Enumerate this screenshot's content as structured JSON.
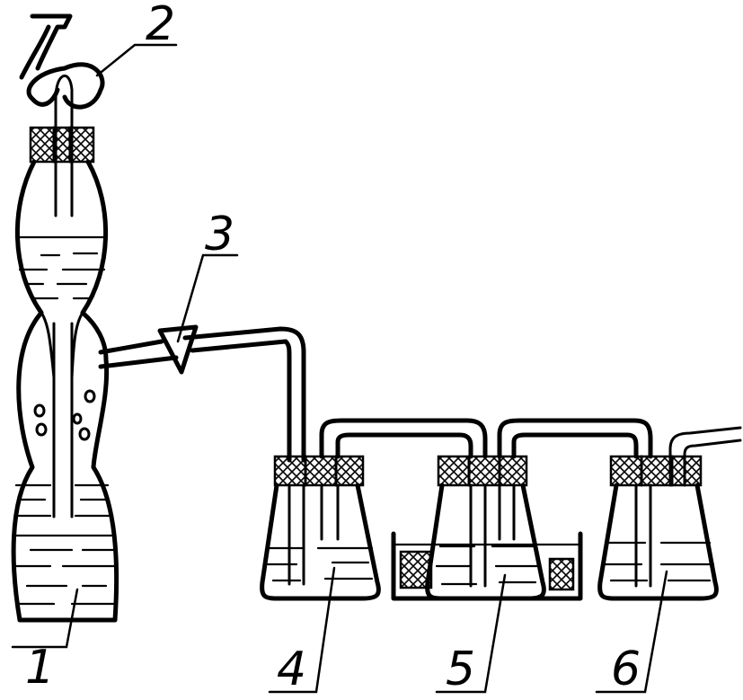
{
  "labels": {
    "generator": "1",
    "dropping_funnel": "2",
    "stopcock": "3",
    "flask_left": "4",
    "flask_middle": "5",
    "flask_right": "6"
  },
  "colors": {
    "ink": "#000000",
    "paper": "#ffffff"
  }
}
